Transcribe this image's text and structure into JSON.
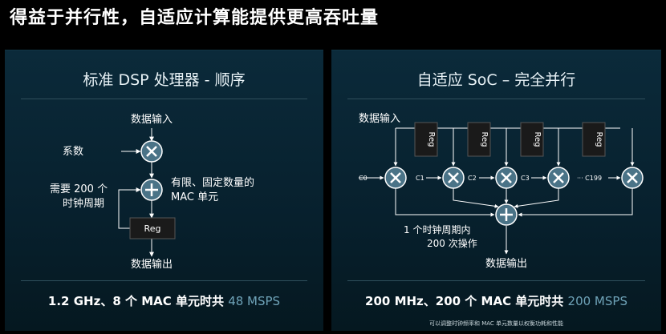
{
  "title": "得益于并行性，自适应计算能提供更高吞吐量",
  "left": {
    "heading": "标准 DSP 处理器 - 顺序",
    "data_in": "数据输入",
    "coeff": "系数",
    "needs_line1": "需要 200 个",
    "needs_line2": "时钟周期",
    "mac_line1": "有限、固定数量的",
    "mac_line2": "MAC 单元",
    "reg": "Reg",
    "data_out": "数据输出",
    "summary_main": "1.2 GHz、8 个 MAC 单元时共 ",
    "summary_accent": "48 MSPS"
  },
  "right": {
    "heading": "自适应 SoC – 完全并行",
    "data_in": "数据输入",
    "reg_labels": [
      "Reg",
      "Reg",
      "Reg",
      "Reg"
    ],
    "coeffs": [
      "C0",
      "C1",
      "C2",
      "C3",
      "··· C199"
    ],
    "cycle_line1": "1 个时钟周期内",
    "cycle_line2": "200 次操作",
    "data_out": "数据输出",
    "summary_main": "200 MHz、200 个 MAC 单元时共 ",
    "summary_accent": "200 MSPS",
    "footnote": "可以调整时钟频率和 MAC 单元数量以权衡功耗和性能"
  }
}
